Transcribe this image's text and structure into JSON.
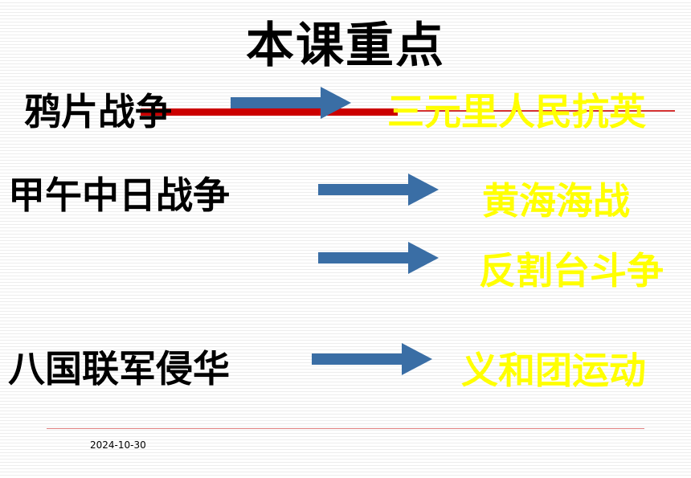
{
  "title": "本课重点",
  "rows": [
    {
      "war": "鸦片战争",
      "events": [
        "三元里人民抗英"
      ]
    },
    {
      "war": "甲午中日战争",
      "events": [
        "黄海海战",
        "反割台斗争"
      ]
    },
    {
      "war": "八国联军侵华",
      "events": [
        "义和团运动"
      ]
    }
  ],
  "footer": {
    "date": "2024-10-30"
  },
  "colors": {
    "arrow": "#3a6ea5",
    "event_text": "#ffff00",
    "underline": "#cc0000",
    "footer_line": "#e08080"
  }
}
